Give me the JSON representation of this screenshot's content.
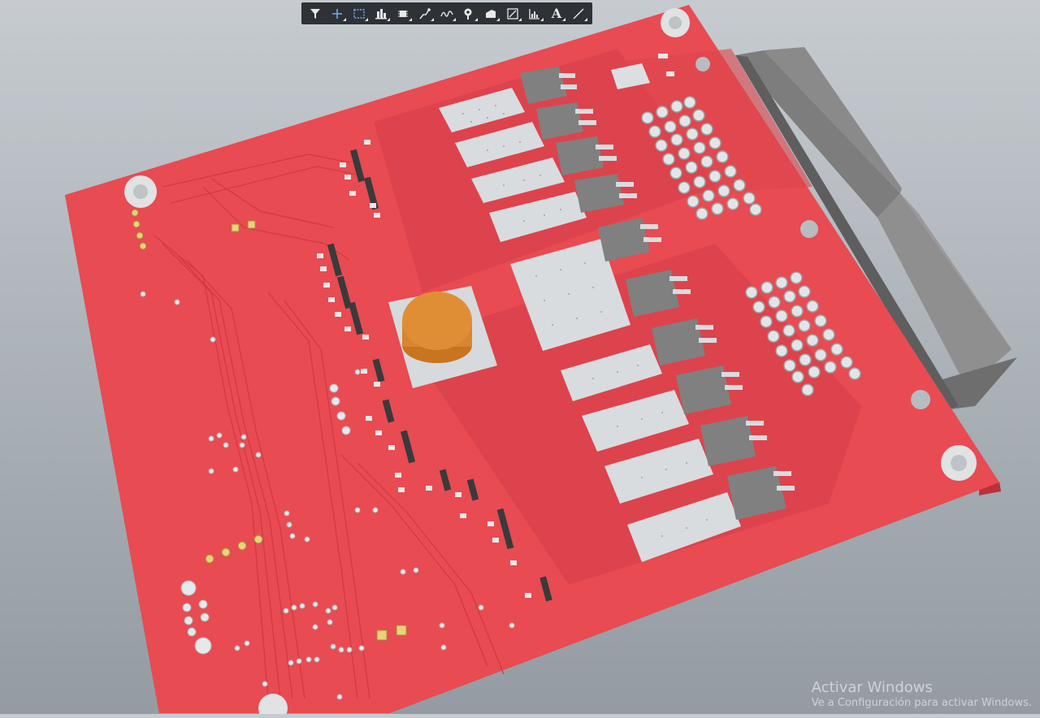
{
  "toolbar": {
    "tools": [
      {
        "name": "filter-icon"
      },
      {
        "name": "crosshair-icon"
      },
      {
        "name": "select-rectangle-icon"
      },
      {
        "name": "align-icon"
      },
      {
        "name": "component-icon"
      },
      {
        "name": "route-icon"
      },
      {
        "name": "diff-pair-icon"
      },
      {
        "name": "via-icon"
      },
      {
        "name": "polygon-icon"
      },
      {
        "name": "dimension-icon"
      },
      {
        "name": "chart-icon"
      },
      {
        "name": "text-icon",
        "glyph": "A"
      },
      {
        "name": "line-icon"
      }
    ]
  },
  "watermark": {
    "title": "Activar Windows",
    "subtitle": "Ve a Configuración para activar Windows."
  },
  "colors": {
    "board": "#e84b52",
    "board_dark": "#c93a42",
    "pad": "#d9dde0",
    "component": "#7a7a7a",
    "capacitor": "#dd8a35",
    "connector": "#8c8c8c"
  }
}
